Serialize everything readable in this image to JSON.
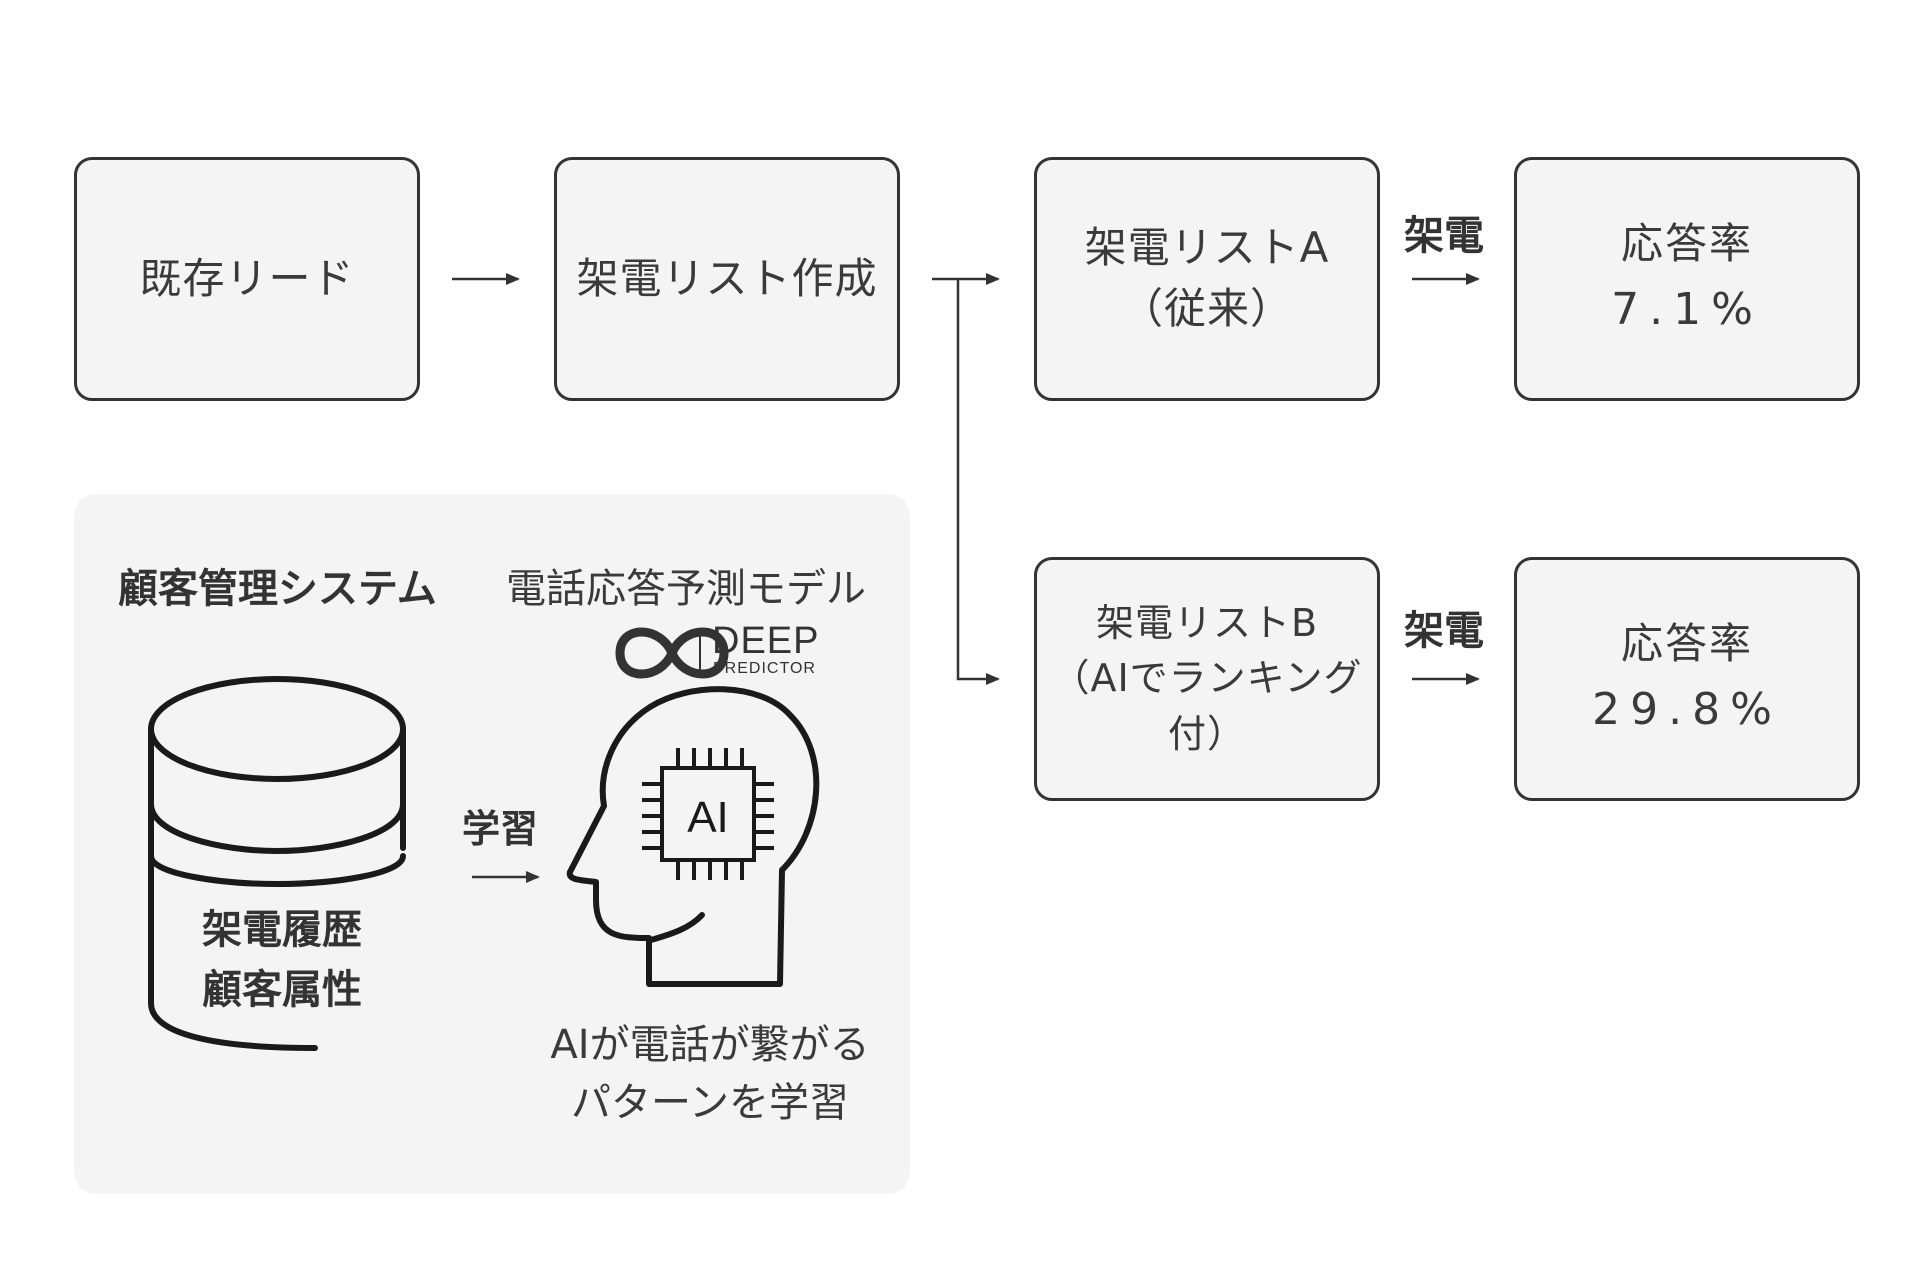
{
  "flow": {
    "existing_leads": "既存リード",
    "create_list": "架電リスト作成",
    "list_a": {
      "line1": "架電リストA",
      "line2": "（従来）"
    },
    "list_b": {
      "line1": "架電リストB",
      "line2": "（AIでランキング付）"
    },
    "call_label": "架電",
    "rate_a": {
      "label": "応答率",
      "value": "7.1%"
    },
    "rate_b": {
      "label": "応答率",
      "value": "29.8%"
    }
  },
  "panel": {
    "title": "顧客管理システム",
    "model_title": "電話応答予測モデル",
    "logo": {
      "line1": "DEEP",
      "line2": "PREDICTOR"
    },
    "db_text": {
      "line1": "架電履歴",
      "line2": "顧客属性"
    },
    "learn_label": "学習",
    "ai_chip_label": "AI",
    "ai_caption": {
      "line1": "AIが電話が繋がる",
      "line2": "パターンを学習"
    }
  },
  "colors": {
    "stroke": "#333333",
    "box_fill": "#f4f4f4",
    "panel_fill": "#f4f4f4"
  }
}
